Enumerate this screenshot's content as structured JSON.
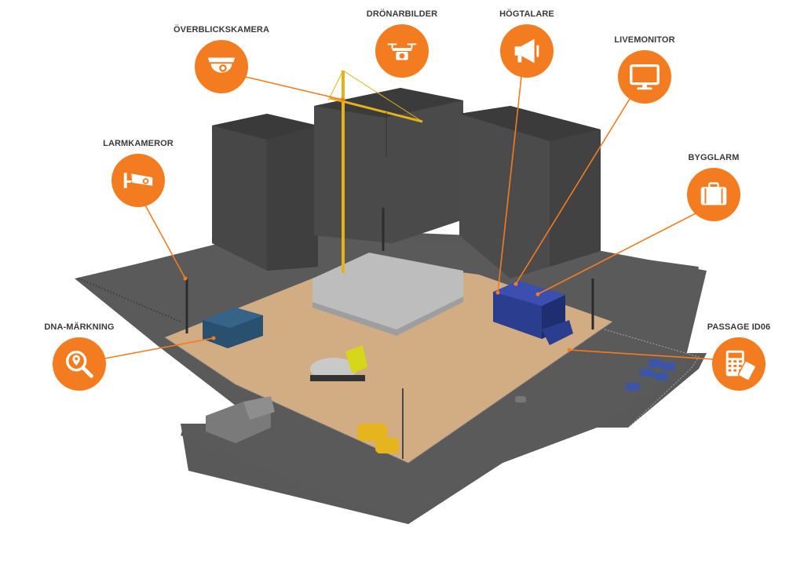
{
  "theme": {
    "accent": "#f47c20",
    "icon_color": "#ffffff",
    "label_color": "#3a3a3a",
    "ground": "#d2ad84",
    "asphalt": "#555555",
    "building": "#4b4b4b"
  },
  "callouts": [
    {
      "id": "overblickskamera",
      "label": "ÖVERBLICKSKAMERA",
      "icon": "dome-camera-icon"
    },
    {
      "id": "dronarbilder",
      "label": "DRÖNARBILDER",
      "icon": "drone-icon"
    },
    {
      "id": "hogtalare",
      "label": "HÖGTALARE",
      "icon": "megaphone-icon"
    },
    {
      "id": "livemonitor",
      "label": "LIVEMONITOR",
      "icon": "monitor-icon"
    },
    {
      "id": "larmkameror",
      "label": "LARMKAMEROR",
      "icon": "security-camera-icon"
    },
    {
      "id": "bygglarm",
      "label": "BYGGLARM",
      "icon": "suitcase-alarm-icon"
    },
    {
      "id": "dna-markning",
      "label": "DNA-MÄRKNING",
      "icon": "magnifier-marker-icon"
    },
    {
      "id": "passage-id06",
      "label": "PASSAGE ID06",
      "icon": "keypad-card-icon"
    }
  ]
}
